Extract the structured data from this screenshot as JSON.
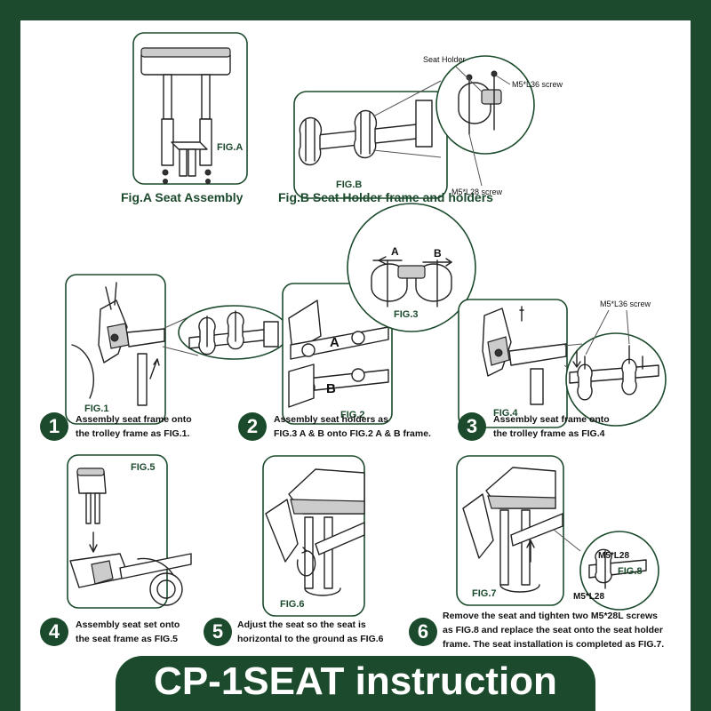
{
  "figure_labels": {
    "fig_a": "FIG.A",
    "fig_b": "FIG.B",
    "fig_1": "FIG.1",
    "fig_2": "FIG.2",
    "fig_3": "FIG.3",
    "fig_4": "FIG.4",
    "fig_5": "FIG.5",
    "fig_6": "FIG.6",
    "fig_7": "FIG.7",
    "fig_8": "FIG.8"
  },
  "captions": {
    "fig_a": "Fig.A Seat Assembly",
    "fig_b": "Fig.B Seat  Holder frame and holders"
  },
  "callouts": {
    "seat_holder": "Seat Holder",
    "m5_l36_b": "M5*L36 screw",
    "m5_l28_b": "M5*L28 screw",
    "m5_l36_4": "M5*L36 screw",
    "a": "A",
    "b": "B",
    "fig2_a": "A",
    "fig2_b": "B",
    "fig8_top": "M5*L28",
    "fig8_bottom": "M5*L28"
  },
  "steps": [
    {
      "number": "1",
      "line1": "Assembly seat frame onto",
      "line2": "the trolley frame as FIG.1."
    },
    {
      "number": "2",
      "line1": "Assembly seat holders as",
      "line2": "FIG.3 A & B onto FIG.2 A & B frame."
    },
    {
      "number": "3",
      "line1": "Assembly seat frame onto",
      "line2": "the trolley frame as FIG.4"
    },
    {
      "number": "4",
      "line1": "Assembly seat set onto",
      "line2": "the seat frame as FIG.5"
    },
    {
      "number": "5",
      "line1": "Adjust the seat so the seat is",
      "line2": "horizontal to the ground as FIG.6"
    },
    {
      "number": "6",
      "line1": "Remove the seat and tighten two M5*28L screws",
      "line2": "as FIG.8 and replace the seat onto the seat holder",
      "line3": "frame. The seat installation is completed as FIG.7."
    }
  ],
  "footer": {
    "title": "CP-1SEAT instruction"
  },
  "colors": {
    "brand_green": "#1c4a2c",
    "background": "#ffffff"
  }
}
